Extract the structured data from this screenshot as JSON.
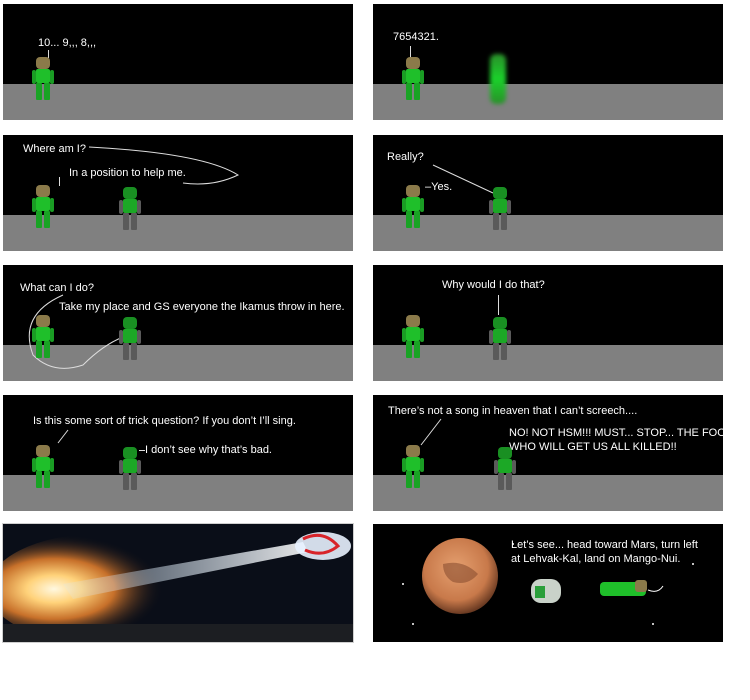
{
  "panels": [
    {
      "id": "p1",
      "texts": [
        "10... 9,,, 8,,,"
      ]
    },
    {
      "id": "p2",
      "texts": [
        "7654321."
      ]
    },
    {
      "id": "p3",
      "texts": [
        "Where am I?",
        "In a position to help me."
      ]
    },
    {
      "id": "p4",
      "texts": [
        "Really?",
        "–Yes."
      ]
    },
    {
      "id": "p5",
      "texts": [
        "What can I do?",
        "Take my place and GS everyone the Ikamus throw in here."
      ]
    },
    {
      "id": "p6",
      "texts": [
        "Why would I do that?"
      ]
    },
    {
      "id": "p7",
      "texts": [
        "Is this some sort of trick question? If you don’t I’ll sing.",
        "I don’t see why that’s bad."
      ]
    },
    {
      "id": "p8",
      "texts": [
        "There’s not a song in heaven that I can’t screech....",
        "NO! NOT HSM!!! MUST... STOP... THE FOOL",
        "WHO WILL GET US ALL KILLED!!"
      ]
    },
    {
      "id": "p9",
      "texts": []
    },
    {
      "id": "p10",
      "texts": [
        "Let’s see... head toward Mars, turn left",
        "at Lehvak-Kal, land on Mango-Nui."
      ]
    }
  ],
  "colors": {
    "ground": "#808080",
    "sky": "#000000",
    "green": "#1fbf2a",
    "mars": "#c8794a"
  }
}
